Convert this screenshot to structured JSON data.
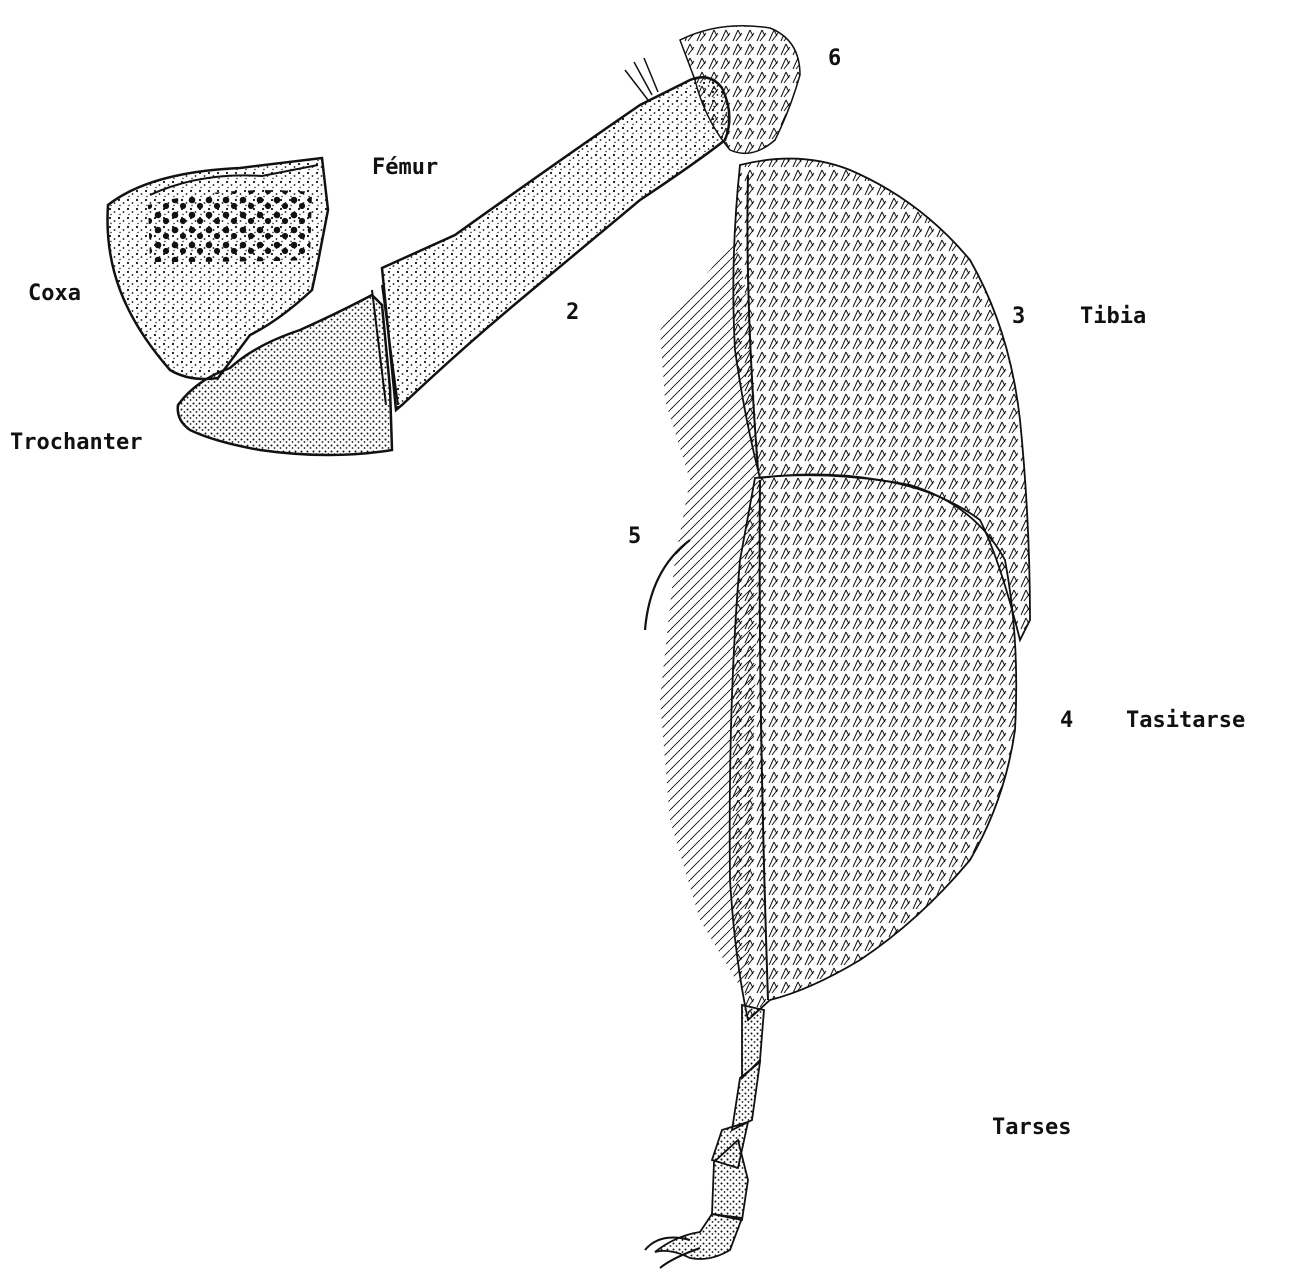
{
  "labels": {
    "coxa": "Coxa",
    "trochanter": "Trochanter",
    "femur": "Fémur",
    "num2": "2",
    "num3": "3",
    "tibia": "Tibia",
    "num4": "4",
    "tasitarse": "Tasitarse",
    "num5": "5",
    "num6": "6",
    "tarses": "Tarses"
  },
  "colors": {
    "ink": "#111111",
    "paper": "#ffffff"
  }
}
